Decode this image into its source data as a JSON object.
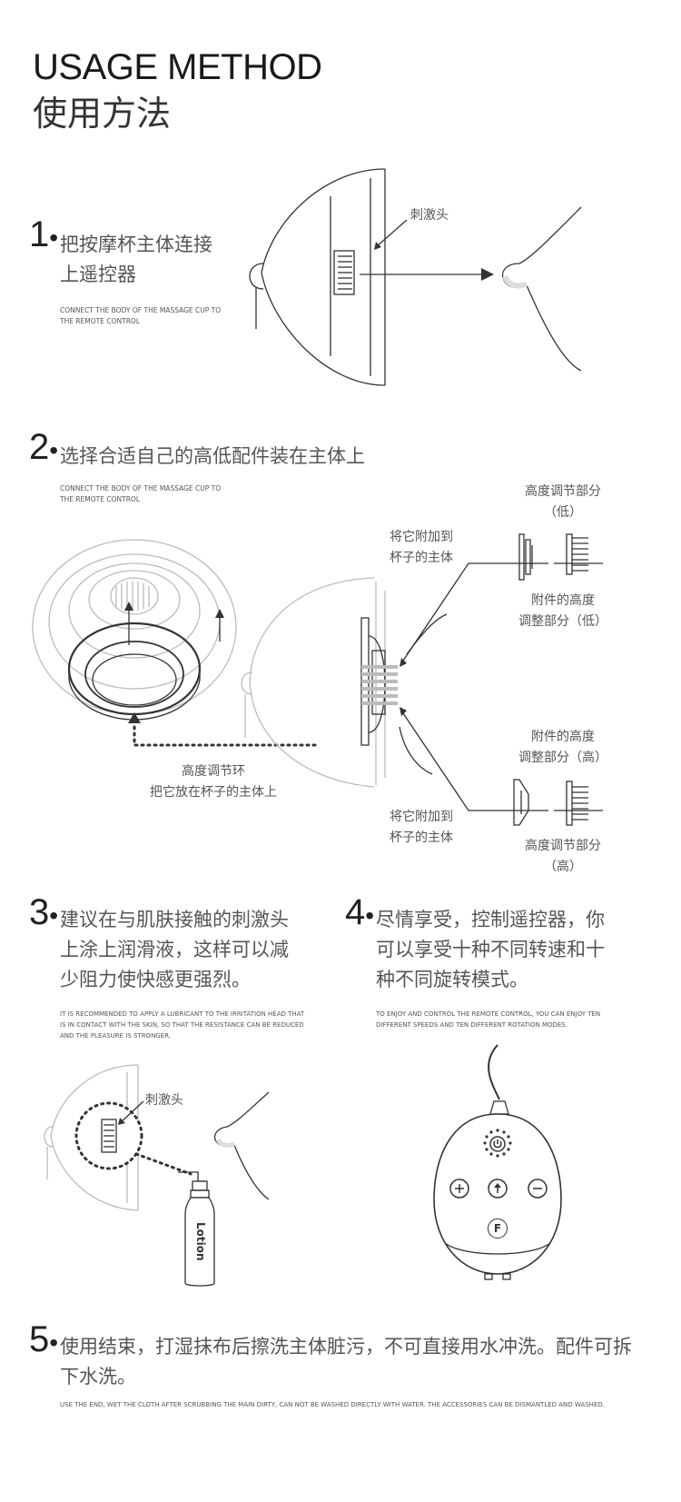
{
  "header": {
    "title_en": "USAGE METHOD",
    "title_cn": "使用方法"
  },
  "steps": [
    {
      "number": "1",
      "cn_line1": "把按摩杯主体连接",
      "cn_line2": "上遥控器",
      "en": "CONNECT THE BODY OF THE MASSAGE CUP TO THE REMOTE CONTROL",
      "label_stimulator": "刺激头"
    },
    {
      "number": "2",
      "cn": "选择合适自己的高低配件装在主体上",
      "en": "CONNECT THE BODY OF THE MASSAGE CUP TO THE REMOTE CONTROL",
      "labels": {
        "height_part_low_1": "高度调节部分",
        "height_part_low_2": "（低）",
        "attach_top_1": "将它附加到",
        "attach_top_2": "杯子的主体",
        "acc_low_1": "附件的高度",
        "acc_low_2": "调整部分（低）",
        "acc_high_1": "附件的高度",
        "acc_high_2": "调整部分（高）",
        "ring_1": "高度调节环",
        "ring_2": "把它放在杯子的主体上",
        "attach_bottom_1": "将它附加到",
        "attach_bottom_2": "杯子的主体",
        "height_part_high_1": "高度调节部分",
        "height_part_high_2": "（高）"
      }
    },
    {
      "number": "3",
      "cn_line1": "建议在与肌肤接触的刺激头",
      "cn_line2": "上涂上润滑液，这样可以减",
      "cn_line3": "少阻力使快感更强烈。",
      "en": "IT IS RECOMMENDED TO APPLY A LUBRICANT TO THE IRRITATION HEAD THAT IS IN CONTACT WITH THE SKIN, SO THAT THE RESISTANCE CAN BE REDUCED AND THE PLEASURE IS STRONGER.",
      "label_stimulator": "刺激头",
      "bottle_label": "Lotion"
    },
    {
      "number": "4",
      "cn_line1": "尽情享受，控制遥控器，你",
      "cn_line2": "可以享受十种不同转速和十",
      "cn_line3": "种不同旋转模式。",
      "en": "TO ENJOY AND CONTROL THE REMOTE CONTROL, YOU CAN ENJOY TEN DIFFERENT SPEEDS AND TEN DIFFERENT ROTATION MODES.",
      "remote_button_f": "F"
    },
    {
      "number": "5",
      "cn_line1": "使用结束，打湿抹布后擦洗主体脏污，不可直接用水冲洗。配件可拆",
      "cn_line2": "下水洗。",
      "en": "USE THE END, WET THE CLOTH AFTER SCRUBBING THE MAIN DIRTY, CAN NOT BE WASHED DIRECTLY WITH WATER. THE ACCESSORIES CAN BE DISMANTLED AND WASHED."
    }
  ],
  "colors": {
    "text": "#333333",
    "faded": "#bbbbbb",
    "background": "#ffffff"
  },
  "icons": [
    "power-icon",
    "plus-icon",
    "up-arrow-icon",
    "minus-icon"
  ]
}
